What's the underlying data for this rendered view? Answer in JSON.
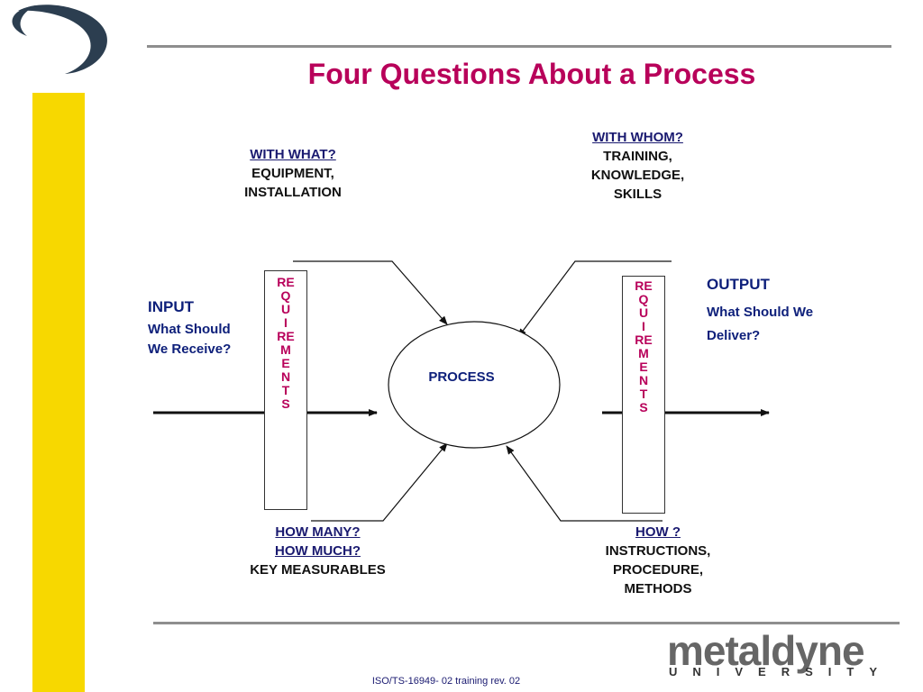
{
  "title": "Four Questions About a Process",
  "with_what": {
    "heading": "WITH WHAT?",
    "lines": [
      "EQUIPMENT,",
      "INSTALLATION"
    ]
  },
  "with_whom": {
    "heading": "WITH WHOM?",
    "lines": [
      "TRAINING,",
      "KNOWLEDGE,",
      "SKILLS"
    ]
  },
  "how_many": {
    "headings": [
      "HOW MANY?",
      "HOW MUCH?"
    ],
    "lines": [
      "KEY MEASURABLES"
    ]
  },
  "how": {
    "heading": "HOW ?",
    "lines": [
      "INSTRUCTIONS,",
      "PROCEDURE,",
      "METHODS"
    ]
  },
  "input": {
    "title": "INPUT",
    "lines": [
      "What Should",
      "We Receive?"
    ]
  },
  "output": {
    "title": "OUTPUT",
    "lines": [
      "What Should We",
      "Deliver?"
    ]
  },
  "requirements_letters": [
    "RE",
    "Q",
    "U",
    "I",
    "RE",
    "M",
    "E",
    "N",
    "T",
    "S"
  ],
  "process_label": "PROCESS",
  "footer": "ISO/TS-16949- 02 training rev. 02",
  "logo": {
    "name": "metaldyne",
    "sub": "UNIVERSITY"
  },
  "colors": {
    "title": "#b8005a",
    "accent_yellow": "#f7d800",
    "navy": "#0d1f7a"
  }
}
